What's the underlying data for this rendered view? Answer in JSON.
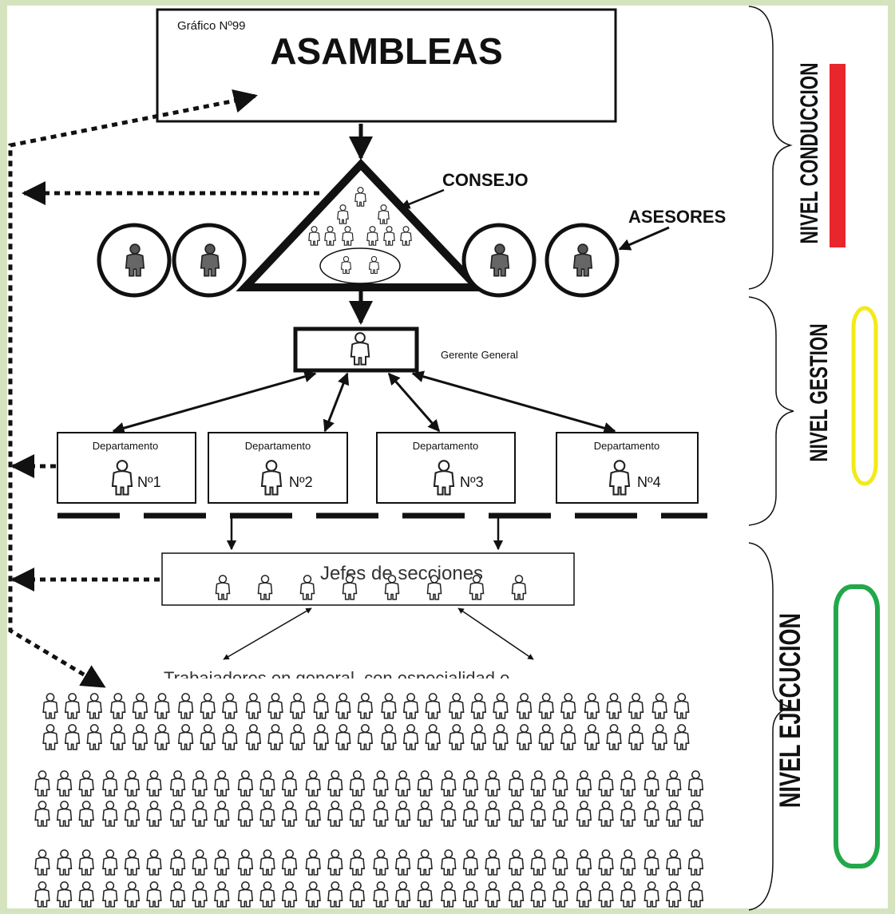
{
  "header": {
    "chart_number": "Gráfico Nº99",
    "title": "ASAMBLEAS"
  },
  "labels": {
    "consejo": "CONSEJO",
    "asesores": "ASESORES",
    "gerente": "Gerente General",
    "jefes": "Jefes de secciones",
    "trabajadores": "Trabajadores en general, con especialidad o"
  },
  "departments": [
    {
      "title": "Departamento",
      "number": "Nº1"
    },
    {
      "title": "Departamento",
      "number": "Nº2"
    },
    {
      "title": "Departamento",
      "number": "Nº3"
    },
    {
      "title": "Departamento",
      "number": "Nº4"
    }
  ],
  "levels": [
    {
      "name": "NIVEL CONDUCCION",
      "color": "#e8262b"
    },
    {
      "name": "NIVEL GESTION",
      "color": "#f2ea1a"
    },
    {
      "name": "NIVEL EJECUCION",
      "color": "#22a84a"
    }
  ],
  "colors": {
    "background": "#d6e3bf",
    "panel": "#ffffff",
    "line": "#111111"
  }
}
